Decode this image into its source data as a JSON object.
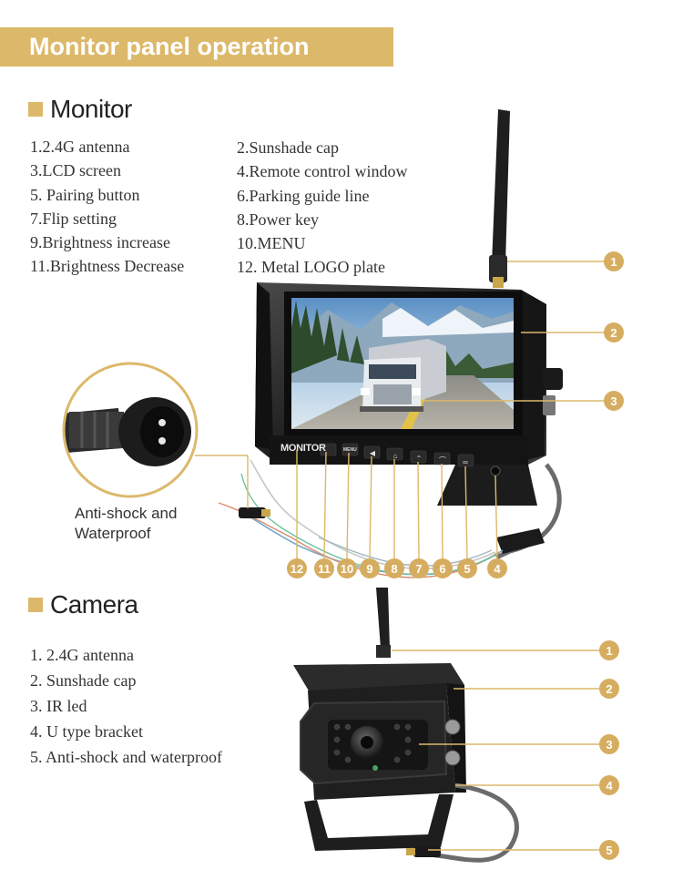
{
  "banner": {
    "title": "Monitor panel operation"
  },
  "monitor_section": {
    "heading": "Monitor",
    "items_left": [
      "1.2.4G antenna",
      "3.LCD screen",
      "5. Pairing button",
      "7.Flip setting",
      "9.Brightness increase",
      "11.Brightness Decrease"
    ],
    "items_right": [
      "2.Sunshade cap",
      "4.Remote control window",
      "6.Parking guide line",
      "8.Power key",
      "10.MENU",
      "12. Metal LOGO plate"
    ],
    "connector_caption": [
      "Anti-shock and",
      "Waterproof"
    ],
    "panel_logo": "MONITOR",
    "menu_key_label": "MENU",
    "callouts_right": [
      "1",
      "2",
      "3"
    ],
    "callouts_bottom": [
      "12",
      "11",
      "10",
      "9",
      "8",
      "7",
      "6",
      "5",
      "4"
    ]
  },
  "camera_section": {
    "heading": "Camera",
    "items": [
      "1. 2.4G antenna",
      "2. Sunshade cap",
      "3. IR led",
      "4. U type bracket",
      "5. Anti-shock  and  waterproof"
    ],
    "callouts": [
      "1",
      "2",
      "3",
      "4",
      "5"
    ]
  },
  "colors": {
    "accent": "#dcb96a",
    "badge": "#d6ad60",
    "text": "#333333"
  }
}
